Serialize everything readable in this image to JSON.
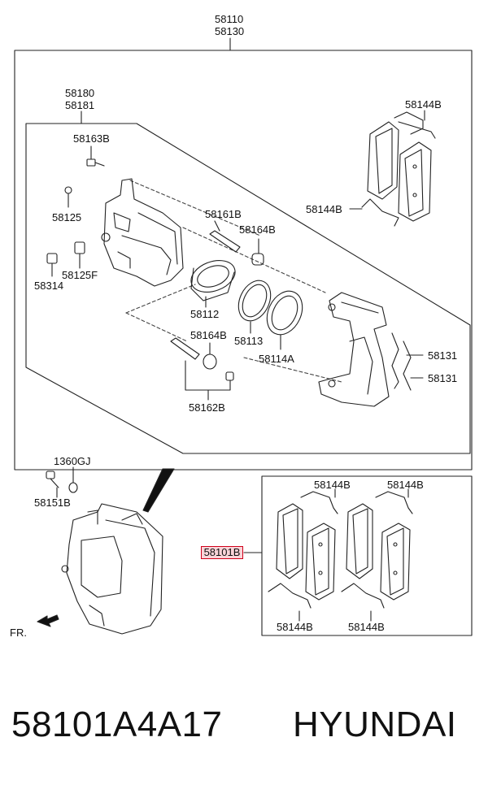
{
  "labels": {
    "assembly_top": "58110",
    "assembly_top2": "58130",
    "housing": "58180",
    "housing2": "58181",
    "bolt_top": "58163B",
    "clip_tr": "58144B",
    "plug": "58125",
    "pin_top": "58161B",
    "boot_top": "58164B",
    "nut": "58314",
    "bleeder": "58125F",
    "piston": "58112",
    "boot_mid": "58164B",
    "seal": "58113",
    "dust_seal": "58114A",
    "clip_left": "58144B",
    "spring1": "58131",
    "spring2": "58131",
    "pin_bottom": "58162B",
    "bolt_lower": "1360GJ",
    "bolt_lower2": "58151B",
    "front": "FR.",
    "pad_kit": "58101B",
    "clip_a": "58144B",
    "clip_b": "58144B",
    "clip_c": "58144B",
    "clip_d": "58144B"
  },
  "footer": {
    "part_number": "58101A4A17",
    "brand": "HYUNDAI"
  },
  "colors": {
    "highlight_border": "#d0001a",
    "highlight_fill": "#f9d4d8"
  }
}
